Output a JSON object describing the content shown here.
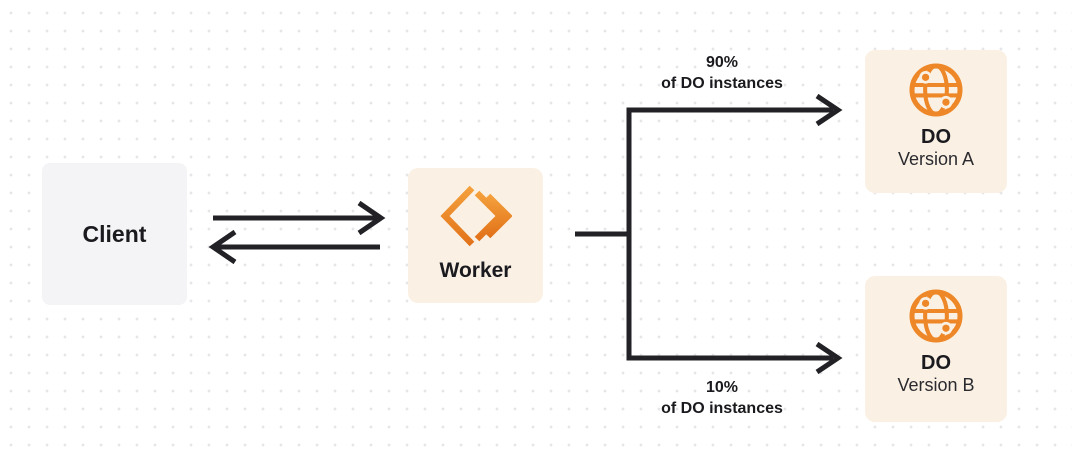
{
  "diagram": {
    "client": {
      "label": "Client"
    },
    "worker": {
      "label": "Worker"
    },
    "branch_top": {
      "percent": "90%",
      "caption": "of DO instances"
    },
    "branch_bottom": {
      "percent": "10%",
      "caption": "of DO instances"
    },
    "do_a": {
      "title": "DO",
      "subtitle": "Version A"
    },
    "do_b": {
      "title": "DO",
      "subtitle": "Version B"
    },
    "icons": {
      "worker_icon": "workers-chevrons-icon",
      "do_icon": "globe-icon"
    },
    "colors": {
      "background": "#FFFFFF",
      "dot_grid": "#E6E6EA",
      "client_box": "#F4F4F6",
      "cream_box": "#FAF1E4",
      "ink": "#222226",
      "orange": "#EE8728",
      "orange_gradient_top": "#F4A03C",
      "orange_gradient_bottom": "#E2731A"
    }
  }
}
